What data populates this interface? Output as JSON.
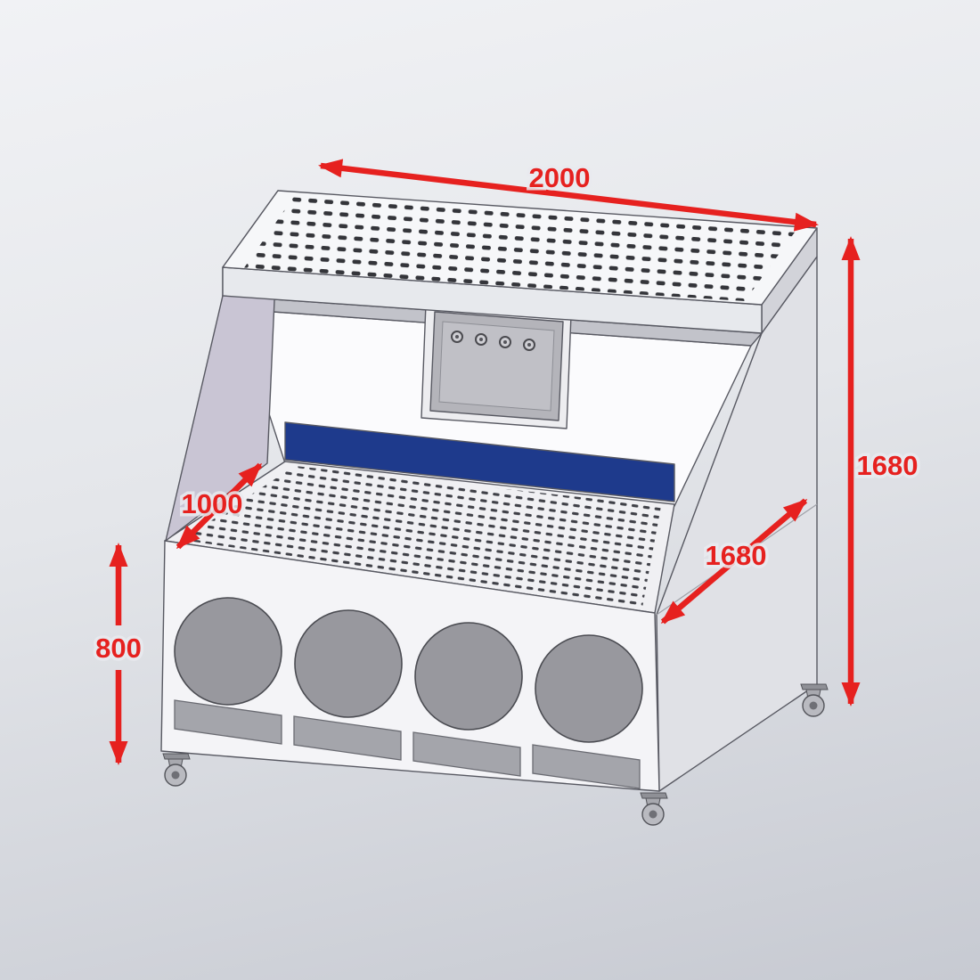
{
  "annotations": {
    "top_width": {
      "value": "2000"
    },
    "right_height": {
      "value": "1680"
    },
    "depth": {
      "value": "1680"
    },
    "table_depth": {
      "value": "1000"
    },
    "base_height": {
      "value": "800"
    }
  },
  "colors": {
    "dimension_red": "#e6211f",
    "slot_blue": "#1e3a8c",
    "body_light": "#f4f5f7",
    "side_panel_lavender": "#c9c5d4",
    "fan_opening_gray": "#98989e",
    "control_panel_gray": "#b4b4ba",
    "background_top": "#f1f2f5",
    "background_bottom": "#c7cad2"
  }
}
